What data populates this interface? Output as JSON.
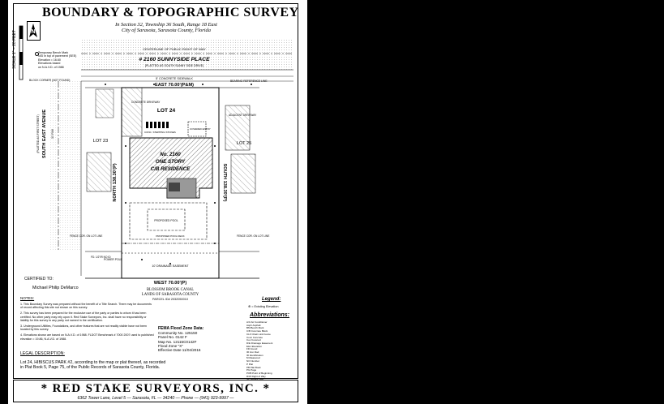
{
  "document": {
    "title": "BOUNDARY & TOPOGRAPHIC SURVEY",
    "subtitle_lines": [
      "In Section 32, Township 36 South, Range 18 East",
      "City of Sarasota, Sarasota County, Florida"
    ],
    "scale": "SCALE 1\" = 20 FEET",
    "north_label": "N"
  },
  "tbm": {
    "lines": [
      "Temporary Bench Mark",
      "N/D in top of pavement (SEE)",
      "Elevation = 16.60",
      "Elevations based",
      "on N.A.V.D. of 1988"
    ]
  },
  "plan": {
    "right_of_way": "CENTERLINE OF PUBLIC RIGHT OF WAY",
    "address": "# 2160 SUNNYSIDE PLACE",
    "address_note": "(PLATTED AS SOUTH SUNNY SIDE DRIVE)",
    "sidewalk": "5' CONCRETE SIDEWALK",
    "north_line": "EAST 70.00'(P&M)",
    "south_line": "WEST 70.00'(P)",
    "west_line": "NORTH 138.30'(P)",
    "east_line": "SOUTH 138.30'(P)",
    "lot_24": "LOT 24",
    "lot_23": "LOT 23",
    "lot_25": "LOT 25",
    "street": "SOUTH EAST AVENUE",
    "street_note": "(PLATTED AS FIRST STREET)",
    "residence": [
      "No. 2160",
      "ONE STORY",
      "C/B RESIDENCE"
    ],
    "concrete_driveway": "CONCRETE DRIVEWAY",
    "adjacent_driveway": "ADJACENT DRIVEWAY",
    "stepping_stones": "CONC. STEPPING STONES",
    "covered_entry": "COVERED ENTRY",
    "pool": "PROPOSED POOL",
    "pool_deck": "PROPOSED POOL DECK",
    "drainage": "10' DRAINAGE EASEMENT",
    "canal_lines": [
      "BLOSSOM BROOK CANAL",
      "LANDS OF SARASOTA COUNTY",
      "PARCEL ID# 2032050010"
    ],
    "block_corner": "BLOCK CORNER (NOT FOUND)",
    "bearing_ref": "BEARING REFERENCE LINE",
    "power_pole": "POWER POLE",
    "fence_corner_w": "FENCE COR. ON LOT LINE",
    "fence_corner_e": "FENCE COR. ON LOT LINE",
    "fnd_iron": "FD. 1/2\"IR NO ID",
    "width_30": "30' R/W"
  },
  "certified": {
    "label": "CERTIFIED TO:",
    "client": "Michael Philip DeMarco"
  },
  "notes": {
    "heading": "NOTES:",
    "items": [
      "1. This Boundary Survey was prepared without the benefit of a Title Search. There may be documents of record affecting this site not shown on this survey.",
      "2. This survey has been prepared for the exclusive use of the party or parties to whom it has been certified. No other party may rely upon it. Red Stake Surveyors, Inc. shall have no responsibility or liability for this survey to any party not named in the certification.",
      "3. Underground Utilities, Foundations, and other features that are not readily visible have not been located by this survey.",
      "4. Elevations shown are based on N.A.V.D. of 1988. FLDOT Benchmark # 7000 2007 used to published elevation = 19.86, N.A.V.D. of 1988."
    ]
  },
  "legal": {
    "heading": "LEGAL DESCRIPTION:",
    "text": "Lot 24, HIBISCUS PARK #2, according to the map or plat thereof, as recorded in Plat Book 5, Page 75, of the Public Records of Sarasota County, Florida."
  },
  "flood": {
    "heading": "FEMA Flood Zone Data:",
    "lines": [
      "Community No. 125150",
      "Panel No. 0142 F",
      "Map No. 12115C0142F",
      "Flood Zone \"X\"",
      "Effective Date 11/04/2016"
    ]
  },
  "legend": {
    "heading": "Legend:",
    "existing_elevation": "= Existing Elevation"
  },
  "abbreviations": {
    "heading": "Abbreviations:",
    "items": [
      "A/C  Air Conditioner",
      "Asph  Asphalt",
      "BM  Bench Mark",
      "C/B  Concrete Block",
      "CLF  Chain Link Fence",
      "Conc  Concrete",
      "Cov  Covered",
      "D/E  Drainage Easement",
      "Elev  Elevation",
      "FD  Found",
      "IR  Iron Rod",
      "ID  Identification",
      "M  Measured",
      "NO  Number",
      "P  Plat",
      "PB  Plat Book",
      "PG  Page",
      "POB  Point of Beginning",
      "R/W  Right of Way",
      "SF  Square Feet",
      "TBM  Temporary Bench Mark",
      "TYP  Typical",
      "U/E  Utility Easement",
      "WDF  Wood Fence"
    ]
  },
  "footer": {
    "company": "* RED STAKE SURVEYORS, INC. *",
    "address": "6362 Tower Lane, Level 5 — Sarasota, FL — 34240 — Phone — (941) 923-9997 —"
  }
}
